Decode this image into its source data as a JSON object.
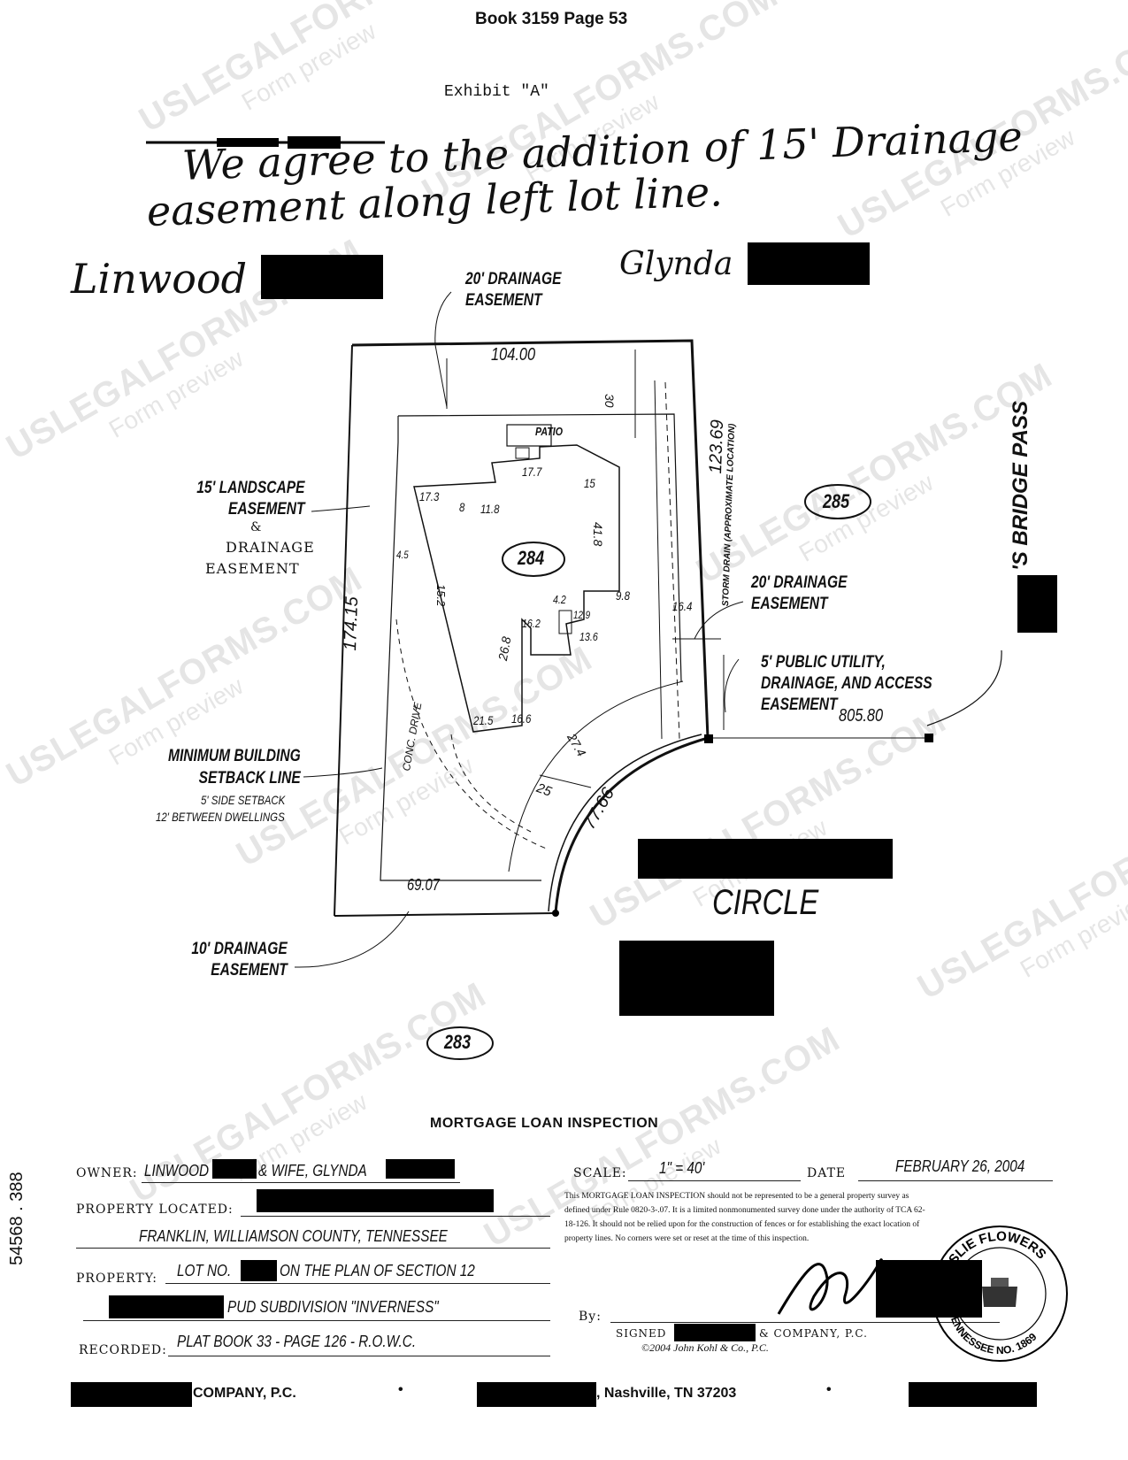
{
  "header": {
    "book_page": "Book 3159  Page 53",
    "exhibit": "Exhibit \"A\""
  },
  "handwriting": {
    "note_line1": "We agree to the addition of 15' Drainage",
    "note_line2": "easement along left lot line.",
    "signature1": "Linwood",
    "signature2": "Glynda"
  },
  "plat": {
    "lot_main": "284",
    "lot_right": "285",
    "lot_bottom": "283",
    "street_right": "'S BRIDGE PASS",
    "street_circle": "CIRCLE",
    "label_drainage_top": [
      "20' DRAINAGE",
      "EASEMENT"
    ],
    "label_landscape": [
      "15' LANDSCAPE",
      "EASEMENT",
      "&",
      "DRAINAGE",
      "EASEMENT"
    ],
    "label_drainage_right": [
      "20' DRAINAGE",
      "EASEMENT"
    ],
    "label_public_utility": [
      "5' PUBLIC UTILITY,",
      "DRAINAGE, AND ACCESS",
      "EASEMENT"
    ],
    "label_setback": [
      "MINIMUM BUILDING",
      "SETBACK LINE",
      "5' SIDE SETBACK",
      "12' BETWEEN DWELLINGS"
    ],
    "label_drainage_bottom": [
      "10' DRAINAGE",
      "EASEMENT"
    ],
    "storm_drain": "STORM DRAIN (APPROXIMATE LOCATION)",
    "conc_drive": "CONC. DRIVE",
    "patio": "PATIO",
    "dims": {
      "top": "104.00",
      "right": "123.69",
      "left": "174.15",
      "bottom": "69.07",
      "arc": "77.66",
      "radius": "805.80",
      "setback_top": "30",
      "drive": "25",
      "h1": "17.3",
      "h2": "8",
      "h3": "11.8",
      "h4": "17.7",
      "h5": "15",
      "h6": "41.8",
      "h7": "9.8",
      "h8": "16.4",
      "h9": "4.2",
      "h10": "12.9",
      "h11": "13.6",
      "h12": "16.2",
      "h13": "26.8",
      "h14": "21.5",
      "h15": "16.6",
      "h16": "27.4",
      "h17": "15.2",
      "h18": "4.5"
    }
  },
  "form": {
    "title": "MORTGAGE LOAN INSPECTION",
    "owner_label": "OWNER:",
    "owner_value_a": "LINWOOD",
    "owner_value_b": "& WIFE, GLYNDA",
    "property_located_label": "PROPERTY LOCATED:",
    "property_located_line2": "FRANKLIN, WILLIAMSON COUNTY, TENNESSEE",
    "property_label": "PROPERTY:",
    "lot_prefix": "LOT NO.",
    "lot_suffix": "ON THE PLAN OF SECTION 12",
    "pud": "PUD SUBDIVISION \"INVERNESS\"",
    "recorded_label": "RECORDED:",
    "recorded_value": "PLAT BOOK 33 - PAGE 126 - R.O.W.C.",
    "scale_label": "SCALE:",
    "scale_value": "1\" = 40'",
    "date_label": "DATE",
    "date_value": "FEBRUARY 26, 2004",
    "disclaimer": "This MORTGAGE LOAN INSPECTION should not be represented to be a general property survey as defined under Rule 0820-3-.07. It is a limited nonmonumented survey done under the authority of TCA 62-18-126. It should not be relied upon for the construction of fences or for establishing the exact location of property lines. No corners were set or reset at the time of this inspection.",
    "by_label": "By:",
    "signed_label": "SIGNED",
    "company_suffix": "& COMPANY, P.C.",
    "copyright": "©2004 John Kohl & Co., P.C.",
    "seal_top": "LESLIE FLOWERS",
    "seal_bottom": "TENNESSEE NO. 1869",
    "side_number": "54568 . 388"
  },
  "footer": {
    "company": "COMPANY, P.C.",
    "city": ", Nashville, TN 37203",
    "bullet": "•"
  },
  "watermark": {
    "brand": "USLEGALFORMS.COM",
    "preview": "Form preview"
  }
}
